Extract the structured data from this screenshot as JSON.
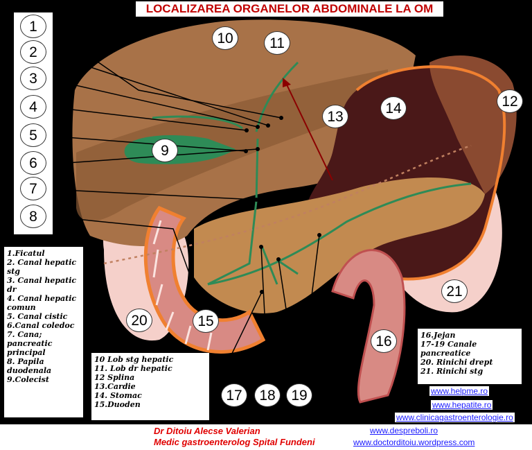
{
  "title": "LOCALIZAREA ORGANELOR ABDOMINALE LA OM",
  "callouts": [
    "1",
    "2",
    "3",
    "4",
    "5",
    "6",
    "7",
    "8",
    "9",
    "10",
    "11",
    "12",
    "13",
    "14",
    "15",
    "16",
    "17",
    "18",
    "19",
    "20",
    "21"
  ],
  "legend_left": [
    "1.Ficatul",
    "2. Canal hepatic stg",
    "3. Canal hepatic dr",
    "4. Canal hepatic comun",
    "5. Canal cistic",
    "6.Canal coledoc",
    "7. Cana; pancreatic principal",
    "8. Papila duodenala",
    "9.Colecist"
  ],
  "legend_middle": [
    "10 Lob stg hepatic",
    "11. Lob dr hepatic",
    "12 Splina",
    "13.Cardie",
    "14. Stomac",
    "15.Duoden"
  ],
  "legend_right": [
    "16.Jejan",
    "17-19 Canale pancreatice",
    "20. Rinichi drept",
    "21. Rinichi stg"
  ],
  "author": {
    "name": "Dr Ditoiu Alecse Valerian",
    "role": "Medic gastroenterolog Spital Fundeni"
  },
  "links": [
    "www.helpme.ro",
    "www.hepatite.ro",
    "www.clinicagastroenterologie.ro",
    "www.despreboli.ro",
    "www.doctorditoiu.wordpress.com"
  ],
  "colors": {
    "liver": "#a0704a",
    "stomach": "#4a1a1a",
    "pancreas": "#c28a50",
    "kidney": "#f2c8c0",
    "duodenum": "#d98880",
    "ducts": "#2e8b57",
    "outline": "#f08030",
    "title": "#c00000"
  }
}
